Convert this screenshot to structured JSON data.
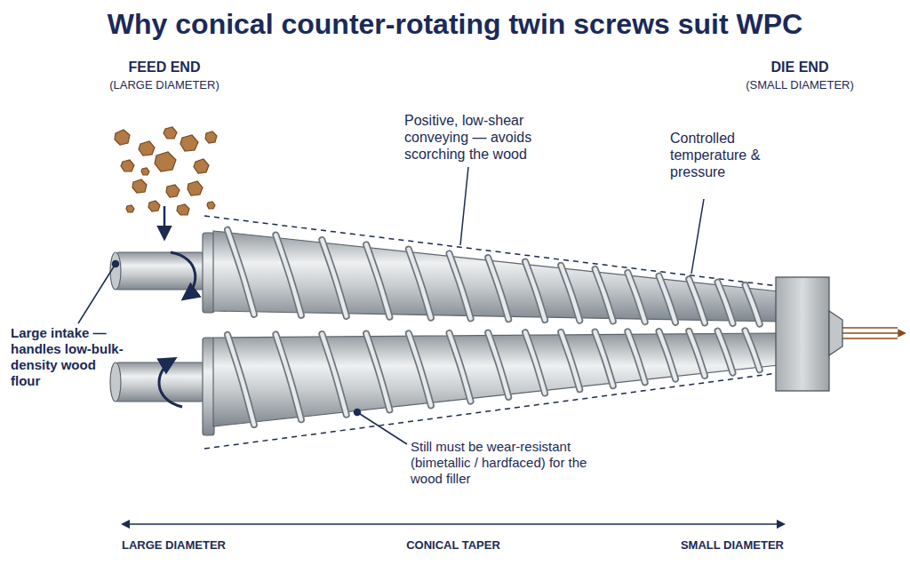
{
  "diagram": {
    "title": "Why conical counter-rotating twin screws suit WPC",
    "labels": [
      "FEED END",
      "(LARGE DIAMETER)",
      "DIE END",
      "(SMALL DIAMETER)",
      "Positive, low-shear conveying — avoids scorching the wood",
      "Controlled temperature & pressure",
      "Large intake — handles low-bulk-density wood flour",
      "Still must be wear-resistant (bimetallic / hardfaced) for the wood filler",
      "LARGE DIAMETER",
      "CONICAL TAPER",
      "SMALL DIAMETER"
    ]
  }
}
